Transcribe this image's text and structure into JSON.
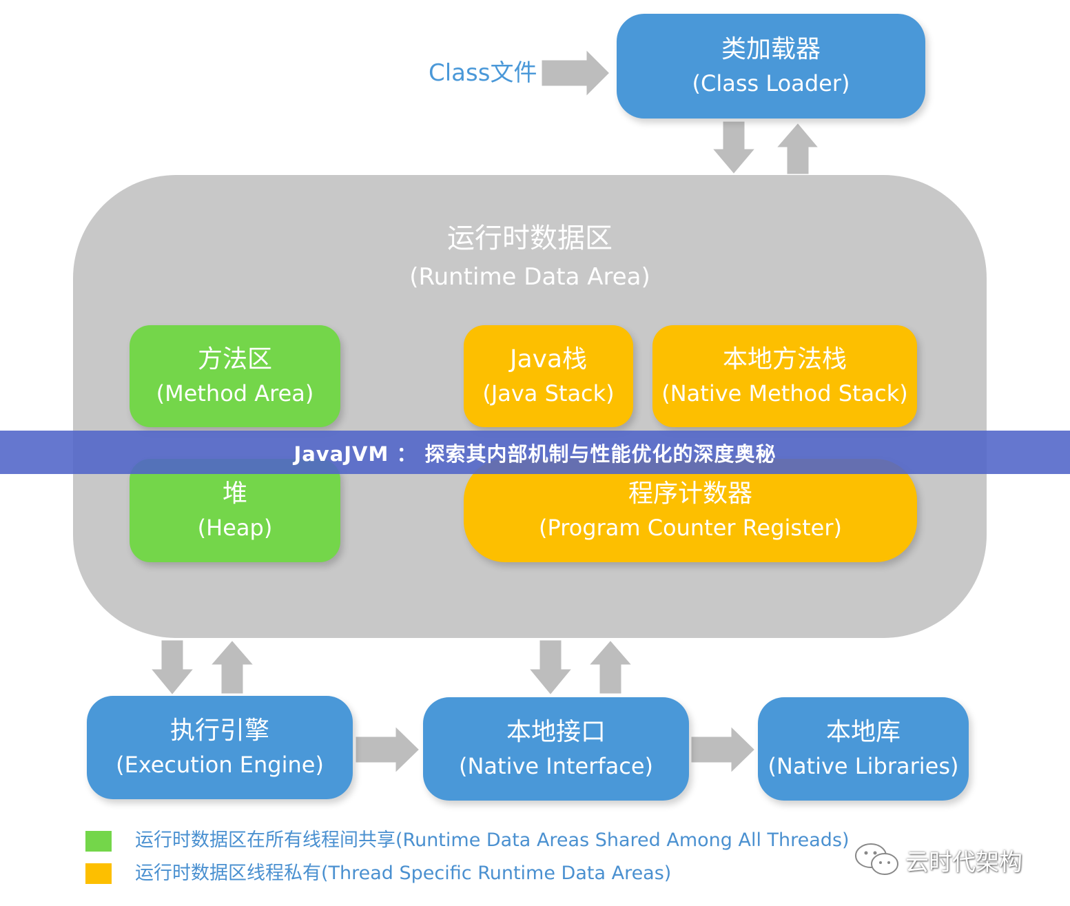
{
  "diagram": {
    "class_file_label": "Class文件",
    "class_loader": {
      "zh": "类加载器",
      "en": "(Class Loader)"
    },
    "runtime_area": {
      "zh": "运行时数据区",
      "en": "(Runtime Data Area)"
    },
    "method_area": {
      "zh": "方法区",
      "en": "(Method Area)"
    },
    "heap": {
      "zh": "堆",
      "en": "(Heap)"
    },
    "java_stack": {
      "zh": "Java栈",
      "en": "(Java Stack)"
    },
    "native_method_stack": {
      "zh": "本地方法栈",
      "en": "(Native Method Stack)"
    },
    "program_counter": {
      "zh": "程序计数器",
      "en": "(Program Counter Register)"
    },
    "execution_engine": {
      "zh": "执行引擎",
      "en": "(Execution Engine)"
    },
    "native_interface": {
      "zh": "本地接口",
      "en": "(Native Interface)"
    },
    "native_libraries": {
      "zh": "本地库",
      "en": "(Native Libraries)"
    }
  },
  "legend": {
    "shared": {
      "label": "运行时数据区在所有线程间共享(Runtime Data Areas Shared Among All Threads)",
      "color": "#74d64a"
    },
    "thread_specific": {
      "label": "运行时数据区线程私有(Thread Specific Runtime Data Areas)",
      "color": "#fdbf00"
    }
  },
  "banner": {
    "title": "JavaJVM ： 探索其内部机制与性能优化的深度奥秘"
  },
  "watermark": {
    "text": "云时代架构",
    "icon": "wechat-icon"
  },
  "colors": {
    "blue": "#4a98d8",
    "green": "#74d64a",
    "orange": "#fdbf00",
    "gray": "#c8c8c8",
    "arrow": "#bdbdbd",
    "banner": "#5064c8"
  }
}
